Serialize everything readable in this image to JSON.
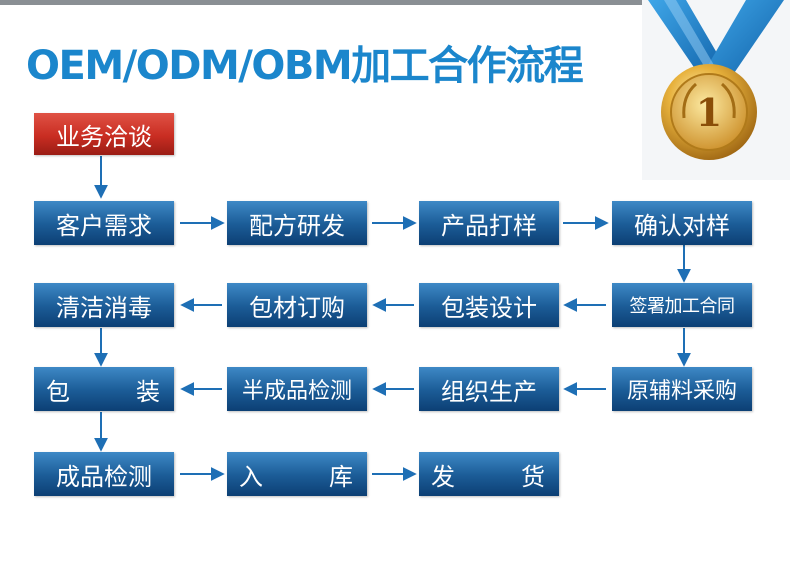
{
  "title": "OEM/ODM/OBM加工合作流程",
  "medal": {
    "number": "1"
  },
  "colors": {
    "title": "#1b86cc",
    "box": "#1c5d98",
    "start_box": "#c92d22",
    "arrow": "#1e6fb5"
  },
  "steps": {
    "start": "业务洽谈",
    "r1c1": "客户需求",
    "r1c2": "配方研发",
    "r1c3": "产品打样",
    "r1c4": "确认对样",
    "r2c1": "清洁消毒",
    "r2c2": "包材订购",
    "r2c3": "包装设计",
    "r2c4": "签署加工合同",
    "r3c1a": "包",
    "r3c1b": "装",
    "r3c2": "半成品检测",
    "r3c3": "组织生产",
    "r3c4": "原辅料采购",
    "r4c1": "成品检测",
    "r4c2a": "入",
    "r4c2b": "库",
    "r4c3a": "发",
    "r4c3b": "货"
  }
}
